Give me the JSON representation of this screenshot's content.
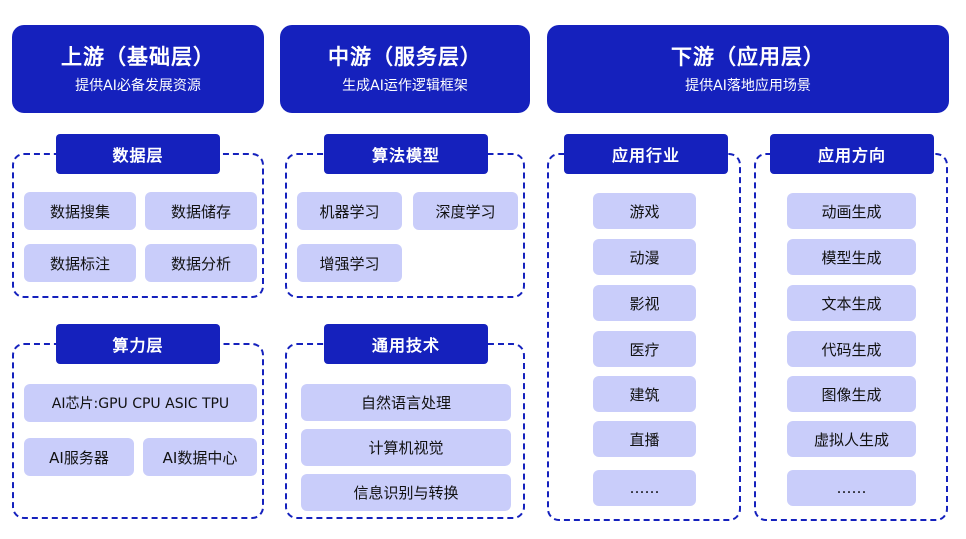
{
  "colors": {
    "primary": "#1521bd",
    "item_bg": "#c9cdfa",
    "text_dark": "#111111"
  },
  "upstream": {
    "title": "上游（基础层）",
    "subtitle": "提供AI必备发展资源",
    "data_layer": {
      "title": "数据层",
      "items": [
        "数据搜集",
        "数据储存",
        "数据标注",
        "数据分析"
      ]
    },
    "compute_layer": {
      "title": "算力层",
      "items": [
        "AI芯片:GPU CPU ASIC TPU",
        "AI服务器",
        "AI数据中心"
      ]
    }
  },
  "midstream": {
    "title": "中游（服务层）",
    "subtitle": "生成AI运作逻辑框架",
    "algorithms": {
      "title": "算法模型",
      "items": [
        "机器学习",
        "深度学习",
        "增强学习"
      ]
    },
    "general_tech": {
      "title": "通用技术",
      "items": [
        "自然语言处理",
        "计算机视觉",
        "信息识别与转换"
      ]
    }
  },
  "downstream": {
    "title": "下游（应用层）",
    "subtitle": "提供AI落地应用场景",
    "industries": {
      "title": "应用行业",
      "items": [
        "游戏",
        "动漫",
        "影视",
        "医疗",
        "建筑",
        "直播",
        "……"
      ]
    },
    "directions": {
      "title": "应用方向",
      "items": [
        "动画生成",
        "模型生成",
        "文本生成",
        "代码生成",
        "图像生成",
        "虚拟人生成",
        "……"
      ]
    }
  }
}
